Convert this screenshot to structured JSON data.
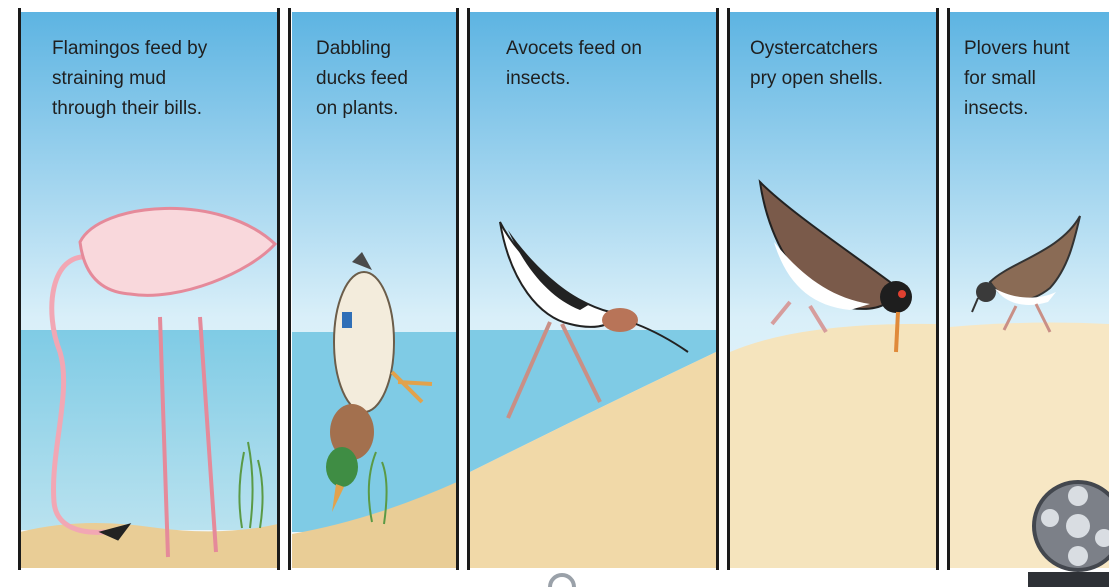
{
  "panels": [
    {
      "caption": "Flamingos feed by\nstraining mud\nthrough their bills."
    },
    {
      "caption": "Dabbling\nducks feed\non plants."
    },
    {
      "caption": "Avocets feed on\ninsects."
    },
    {
      "caption": "Oystercatchers\npry open shells."
    },
    {
      "caption": "Plovers hunt\nfor small\ninsects."
    }
  ],
  "colors": {
    "sky_top": "#5fb6e3",
    "sky_bottom": "#e2f2fb",
    "water": "#7cc7e2",
    "sand": "#f2dcae",
    "border": "#1a1a1a"
  },
  "icons": {
    "film_reel": "film-reel-icon",
    "loading": "loading-spinner-icon"
  }
}
